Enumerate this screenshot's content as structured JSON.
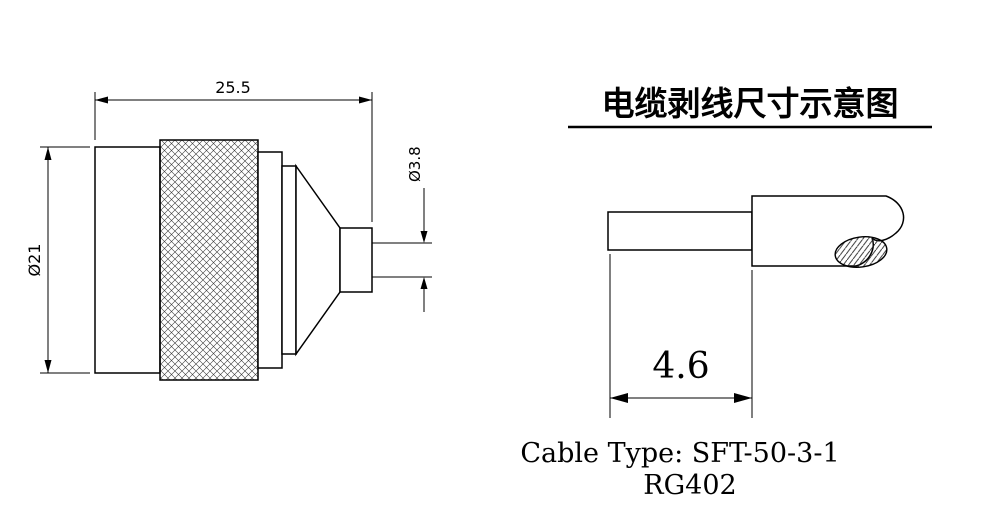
{
  "page": {
    "background_color": "#ffffff",
    "line_color": "#000000"
  },
  "title": {
    "text": "电缆剥线尺寸示意图"
  },
  "connector_view": {
    "dim_body_length": "25.5",
    "dim_body_diameter": "Ø21",
    "dim_pin_diameter": "Ø3.8"
  },
  "cable_view": {
    "dim_strip_length": "4.6",
    "cable_type": "Cable Type: SFT-50-3-1",
    "cable_model": "RG402"
  }
}
